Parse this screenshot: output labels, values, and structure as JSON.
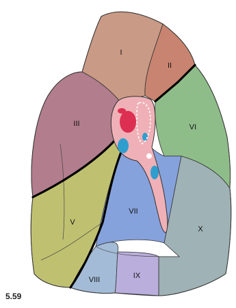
{
  "figure_number": "5.59",
  "segments": [
    {
      "id": "I",
      "label": "I",
      "color": "#c99a85"
    },
    {
      "id": "II",
      "label": "II",
      "color": "#c88470"
    },
    {
      "id": "III",
      "label": "III",
      "color": "#b27d8d"
    },
    {
      "id": "VI",
      "label": "VI",
      "color": "#8fbd8a"
    },
    {
      "id": "V",
      "label": "V",
      "color": "#c0c170"
    },
    {
      "id": "VII",
      "label": "VII",
      "color": "#86a2dc"
    },
    {
      "id": "X",
      "label": "X",
      "color": "#9fb2b5"
    },
    {
      "id": "VIII",
      "label": "VIII",
      "color": "#a3bbd6"
    },
    {
      "id": "IX",
      "label": "IX",
      "color": "#b9aedc"
    }
  ],
  "colors": {
    "hilum": "#efb1b7",
    "artery": "#dd2f51",
    "vein": "#2f9ecf",
    "bronchus": "#ffffff",
    "outline": "#333333",
    "fissure": "#000000"
  }
}
